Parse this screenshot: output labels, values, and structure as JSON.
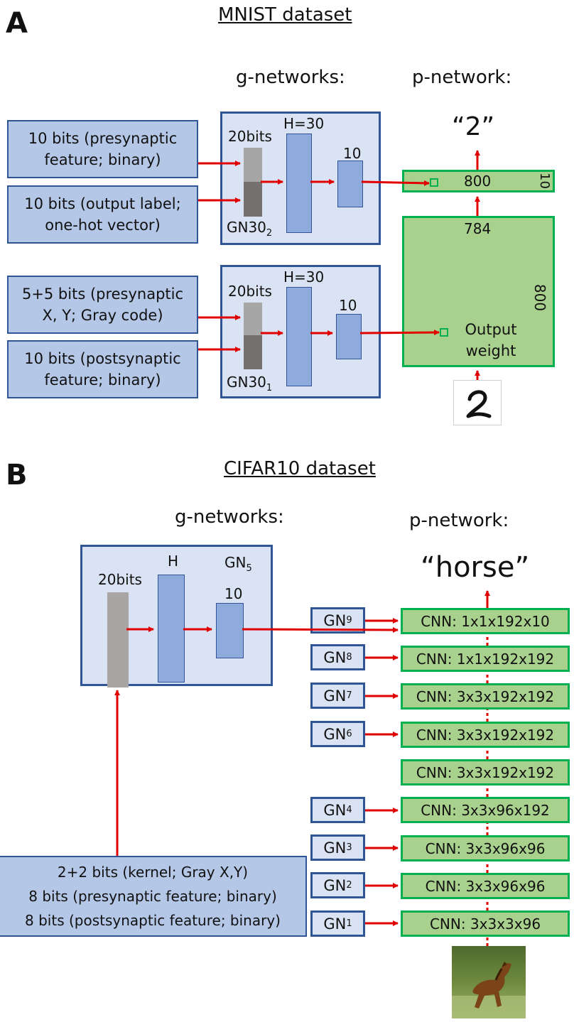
{
  "panel_a": {
    "letter": "A",
    "title": "MNIST dataset",
    "g_heading": "g-networks:",
    "p_heading": "p-network:",
    "inputs": [
      "10 bits (presynaptic feature; binary)",
      "10 bits (output label; one-hot vector)",
      "5+5 bits (presynaptic X, Y; Gray code)",
      "10 bits (postsynaptic feature; binary)"
    ],
    "gnets": [
      {
        "bits": "20bits",
        "hidden": "H=30",
        "out": "10",
        "name": "GN30",
        "sub": "2"
      },
      {
        "bits": "20bits",
        "hidden": "H=30",
        "out": "10",
        "name": "GN30",
        "sub": "1"
      }
    ],
    "pnet": {
      "output": "“2”",
      "top_width": "800",
      "top_height": "10",
      "bottom_width": "784",
      "bottom_height": "800",
      "output_weight": "Output weight"
    }
  },
  "panel_b": {
    "letter": "B",
    "title": "CIFAR10 dataset",
    "g_heading": "g-networks:",
    "p_heading": "p-network:",
    "output": "“horse”",
    "gnet": {
      "bits": "20bits",
      "hidden": "H",
      "out": "10",
      "name": "GN",
      "sub": "5"
    },
    "input_lines": [
      "2+2 bits (kernel; Gray X,Y)",
      "8 bits (presynaptic feature; binary)",
      "8 bits (postsynaptic feature; binary)"
    ],
    "layers": [
      {
        "gn": "GN",
        "sub": "9",
        "cnn": "CNN: 1x1x192x10"
      },
      {
        "gn": "GN",
        "sub": "8",
        "cnn": "CNN: 1x1x192x192"
      },
      {
        "gn": "GN",
        "sub": "7",
        "cnn": "CNN: 3x3x192x192"
      },
      {
        "gn": "GN",
        "sub": "6",
        "cnn": "CNN: 3x3x192x192"
      },
      {
        "gn": "",
        "sub": "",
        "cnn": "CNN: 3x3x192x192"
      },
      {
        "gn": "GN",
        "sub": "4",
        "cnn": "CNN: 3x3x96x192"
      },
      {
        "gn": "GN",
        "sub": "3",
        "cnn": "CNN: 3x3x96x96"
      },
      {
        "gn": "GN",
        "sub": "2",
        "cnn": "CNN: 3x3x96x96"
      },
      {
        "gn": "GN",
        "sub": "1",
        "cnn": "CNN: 3x3x3x96"
      }
    ]
  }
}
